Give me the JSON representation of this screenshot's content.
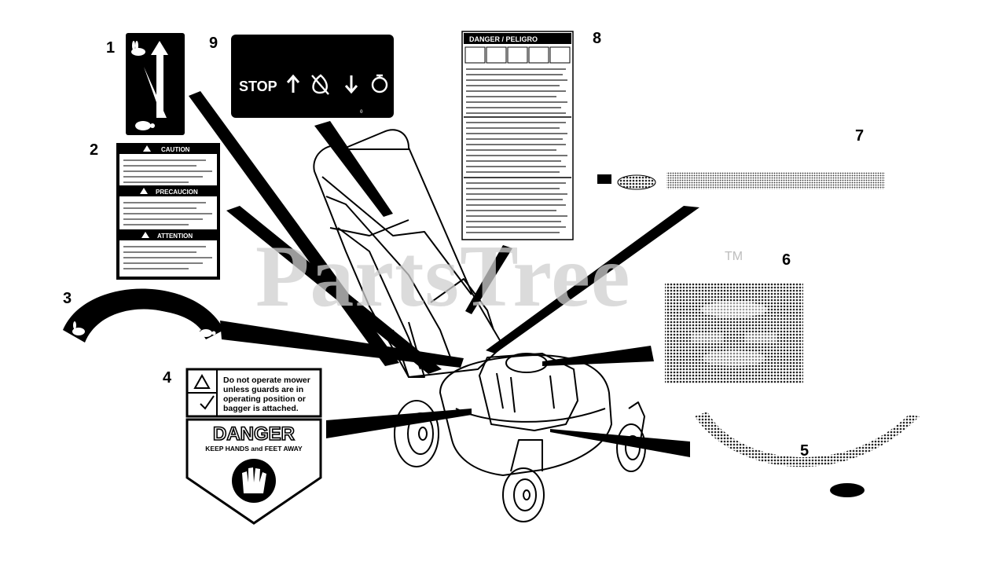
{
  "watermark": {
    "text": "PartsTree",
    "trademark": "TM"
  },
  "callouts": [
    "1",
    "2",
    "3",
    "4",
    "5",
    "6",
    "7",
    "8",
    "9"
  ],
  "decal_9": {
    "stop_label": "STOP",
    "part_number": "0"
  },
  "decal_4": {
    "warning_lines": [
      "Do not operate mower",
      "unless guards are in",
      "operating position or",
      "bagger is attached."
    ],
    "danger_title": "DANGER",
    "danger_sub": "KEEP HANDS and FEET AWAY"
  },
  "decal_2": {
    "caution": "CAUTION",
    "precaucion": "PRECAUCION",
    "attention": "ATTENTION"
  },
  "decal_8": {
    "header": "DANGER / PELIGRO"
  },
  "colors": {
    "ink": "#000000",
    "paper": "#ffffff",
    "watermark": "#cfcfcf",
    "halftone": "#8a8a8a"
  }
}
